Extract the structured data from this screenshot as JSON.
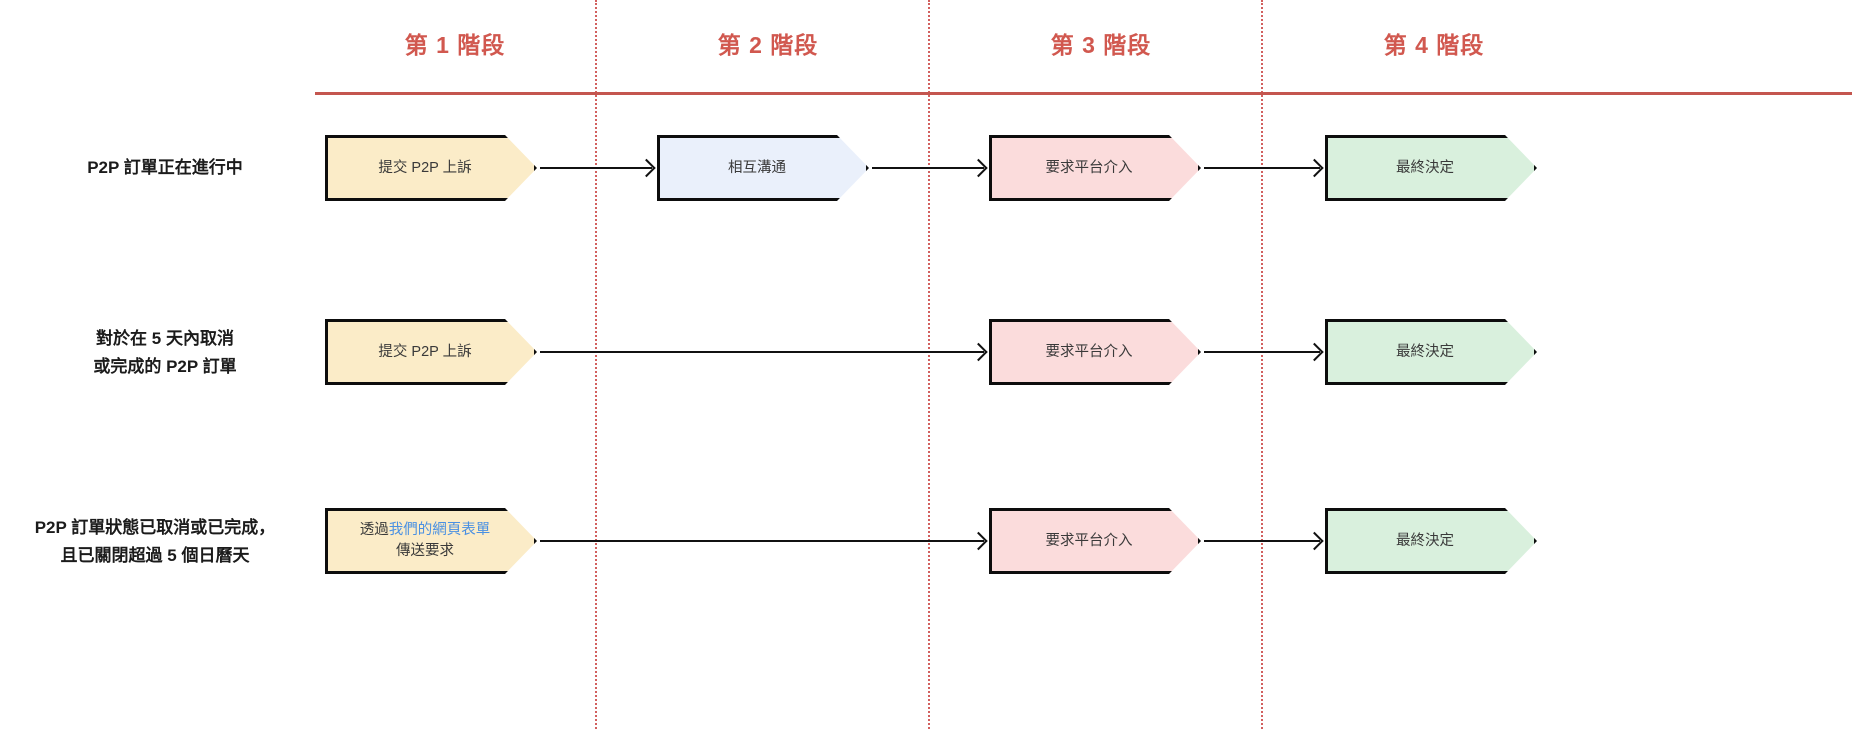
{
  "theme": {
    "accent_red": "#d1584f",
    "rule_red": "#c4564f",
    "divider_red": "#d2605e",
    "amber": "#fbecc8",
    "blue": "#eaf0fb",
    "pink": "#fbdcdc",
    "green": "#d9f0dd",
    "link_blue": "#4a90e2",
    "stroke": "#0d0d0d"
  },
  "stages": [
    {
      "label": "第 1 階段"
    },
    {
      "label": "第 2 階段"
    },
    {
      "label": "第 3 階段"
    },
    {
      "label": "第 4 階段"
    }
  ],
  "rows": [
    {
      "label": "P2P 訂單正在進行中",
      "nodes": [
        {
          "stage": 1,
          "label": "提交 P2P 上訴",
          "color": "amber"
        },
        {
          "stage": 2,
          "label": "相互溝通",
          "color": "blue"
        },
        {
          "stage": 3,
          "label": "要求平台介入",
          "color": "pink"
        },
        {
          "stage": 4,
          "label": "最終決定",
          "color": "green"
        }
      ]
    },
    {
      "label": "對於在 5 天內取消\n或完成的 P2P 訂單",
      "nodes": [
        {
          "stage": 1,
          "label": "提交 P2P 上訴",
          "color": "amber"
        },
        {
          "stage": 3,
          "label": "要求平台介入",
          "color": "pink"
        },
        {
          "stage": 4,
          "label": "最終決定",
          "color": "green"
        }
      ]
    },
    {
      "label": "P2P 訂單狀態已取消或已完成，\n且已關閉超過 5 個日曆天",
      "nodes": [
        {
          "stage": 1,
          "label_prefix": "透過",
          "label_link": "我們的網頁表單",
          "label_suffix": "傳送要求",
          "color": "amber"
        },
        {
          "stage": 3,
          "label": "要求平台介入",
          "color": "pink"
        },
        {
          "stage": 4,
          "label": "最終決定",
          "color": "green"
        }
      ]
    }
  ],
  "chart_data": {
    "type": "diagram",
    "title": "",
    "columns": [
      "第 1 階段",
      "第 2 階段",
      "第 3 階段",
      "第 4 階段"
    ],
    "row_labels": [
      "P2P 訂單正在進行中",
      "對於在 5 天內取消或完成的 P2P 訂單",
      "P2P 訂單狀態已取消或已完成，且已關閉超過 5 個日曆天"
    ],
    "cells": [
      [
        "提交 P2P 上訴",
        "相互溝通",
        "要求平台介入",
        "最終決定"
      ],
      [
        "提交 P2P 上訴",
        "",
        "要求平台介入",
        "最終決定"
      ],
      [
        "透過我們的網頁表單傳送要求",
        "",
        "要求平台介入",
        "最終決定"
      ]
    ]
  }
}
